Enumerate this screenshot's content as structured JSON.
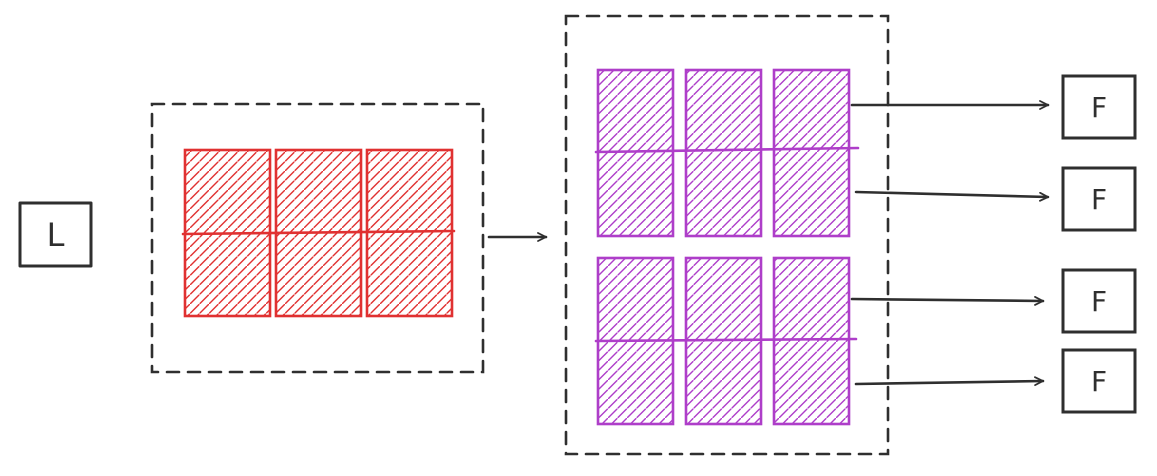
{
  "diagram": {
    "type": "flow-diagram",
    "input_node": {
      "label": "L"
    },
    "output_nodes": [
      {
        "label": "F"
      },
      {
        "label": "F"
      },
      {
        "label": "F"
      },
      {
        "label": "F"
      }
    ],
    "groups": [
      {
        "name": "stage1-red-group",
        "color": "#e03131",
        "columns": 3,
        "rows": 2,
        "style": "dashed-container"
      },
      {
        "name": "stage2-purple-top-group",
        "color": "#ae3ec9",
        "columns": 3,
        "rows": 2,
        "style": "dashed-container"
      },
      {
        "name": "stage2-purple-bottom-group",
        "color": "#ae3ec9",
        "columns": 3,
        "rows": 2,
        "style": "dashed-container"
      }
    ],
    "colors": {
      "red": "#e03131",
      "purple": "#ae3ec9",
      "dark": "#2f2f2f",
      "background": "#ffffff"
    }
  }
}
